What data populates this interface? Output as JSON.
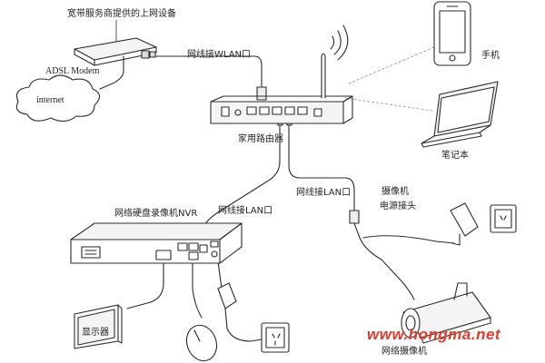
{
  "labels": {
    "isp_device": "宽带服务商提供的上网设备",
    "adsl_modem": "ADSL Modem",
    "internet": "internet",
    "wan_port": "网线接WLAN口",
    "home_router": "家用路由器",
    "phone": "手机",
    "laptop": "笔记本",
    "lan_port_camera": "网线接LAN口",
    "lan_port_nvr": "网线接LAN口",
    "nvr": "网络硬盘录像机NVR",
    "camera_power_line1": "摄像机",
    "camera_power_line2": "电源接头",
    "monitor": "显示器",
    "ip_camera": "网络摄像机"
  },
  "watermark": "www.hongma.net",
  "colors": {
    "line": "#2b2b2b",
    "dash": "#9a9a9a",
    "watermark": "#e03a2c",
    "device_fill": "#f4f4f4"
  }
}
